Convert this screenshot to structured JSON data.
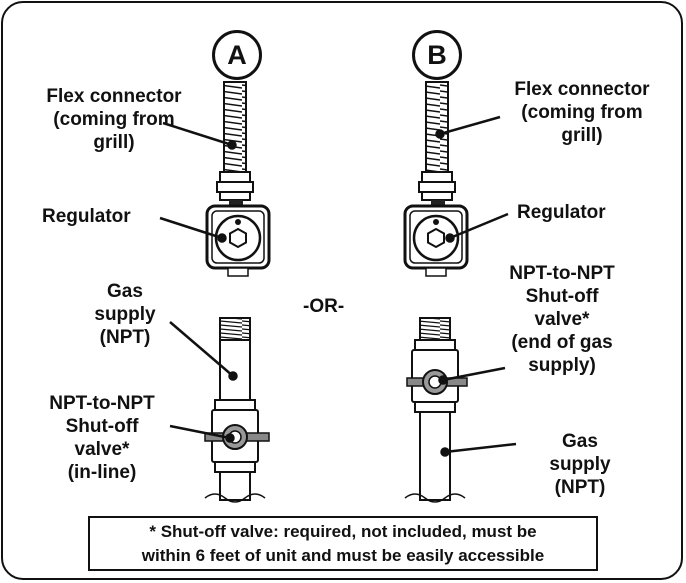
{
  "panel_a": {
    "letter": "A",
    "flex_connector": [
      "Flex connector",
      "(coming from",
      "grill)"
    ],
    "regulator": "Regulator",
    "gas_supply": [
      "Gas",
      "supply",
      "(NPT)"
    ],
    "shutoff_valve": [
      "NPT-to-NPT",
      "Shut-off",
      "valve*",
      "(in-line)"
    ]
  },
  "panel_b": {
    "letter": "B",
    "flex_connector": [
      "Flex connector",
      "(coming from",
      "grill)"
    ],
    "regulator": "Regulator",
    "shutoff_valve": [
      "NPT-to-NPT",
      "Shut-off",
      "valve*",
      "(end of gas",
      "supply)"
    ],
    "gas_supply": [
      "Gas",
      "supply",
      "(NPT)"
    ]
  },
  "separator": "-OR-",
  "footnote": [
    "* Shut-off valve: required, not included, must be",
    "within 6 feet of unit and must be easily accessible"
  ]
}
